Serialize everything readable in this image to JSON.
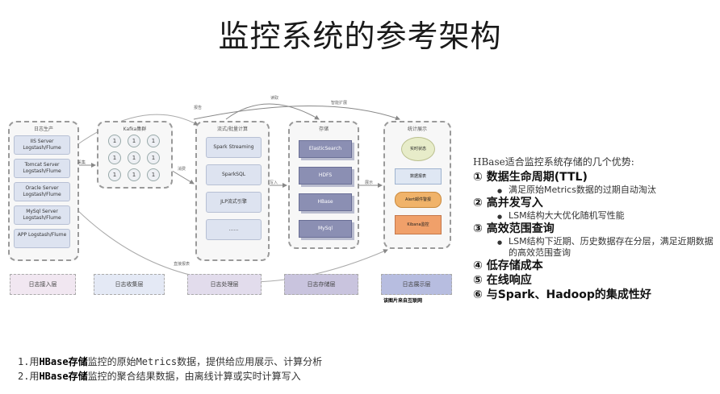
{
  "title": "监控系统的参考架构",
  "diagram": {
    "col1": {
      "title": "日志生产",
      "items": [
        "IIS Server Logstash/Flume",
        "Tomcat Server Logstash/Flume",
        "Oracle Server Logstash/Flume",
        "MySql Server Logstash/Flume",
        "APP Logstash/Flume"
      ]
    },
    "col2": {
      "title": "Kafka集群",
      "nodes": [
        "1",
        "1",
        "1",
        "1",
        "1",
        "1",
        "1",
        "1",
        "1"
      ]
    },
    "col3": {
      "title": "流式/批量计算",
      "items": [
        "Spark Streaming",
        "SparkSQL",
        "JLP流式引擎",
        "……"
      ]
    },
    "col4": {
      "title": "存储",
      "items": [
        "ElasticSearch",
        "HDFS",
        "HBase",
        "MySql"
      ]
    },
    "col5": {
      "title": "统计展示",
      "items": [
        "实时状态",
        "数据报表",
        "Alert邮件警报",
        "Kibana监控"
      ]
    },
    "bands": [
      "日志接入层",
      "日志收集层",
      "日志处理层",
      "日志存储层",
      "日志展示层"
    ],
    "arrows": [
      "采集",
      "消费",
      "写入",
      "展示",
      "报告",
      "读取",
      "智能扩展",
      "直接报表"
    ],
    "credit": "该图片来自互联网"
  },
  "advantages": {
    "intro": "HBase适合监控系统存储的几个优势:",
    "items": [
      {
        "label": "① 数据生命周期(TTL)",
        "sub": "满足原始Metrics数据的过期自动淘汰"
      },
      {
        "label": "② 高并发写入",
        "sub": "LSM结构大大优化随机写性能"
      },
      {
        "label": "③ 高效范围查询",
        "sub": "LSM结构下近期、历史数据存在分层，满足近期数据的高效范围查询"
      },
      {
        "label": "④ 低存储成本",
        "sub": ""
      },
      {
        "label": "⑤ 在线响应",
        "sub": ""
      },
      {
        "label": "⑥ 与Spark、Hadoop的集成性好",
        "sub": ""
      }
    ]
  },
  "bottom": [
    {
      "num": "1.用",
      "bold": "HBase存储",
      "rest": "监控的原始Metrics数据，提供给应用展示、计算分析"
    },
    {
      "num": "2.用",
      "bold": "HBase存储",
      "rest": "监控的聚合结果数据，由离线计算或实时计算写入"
    }
  ]
}
